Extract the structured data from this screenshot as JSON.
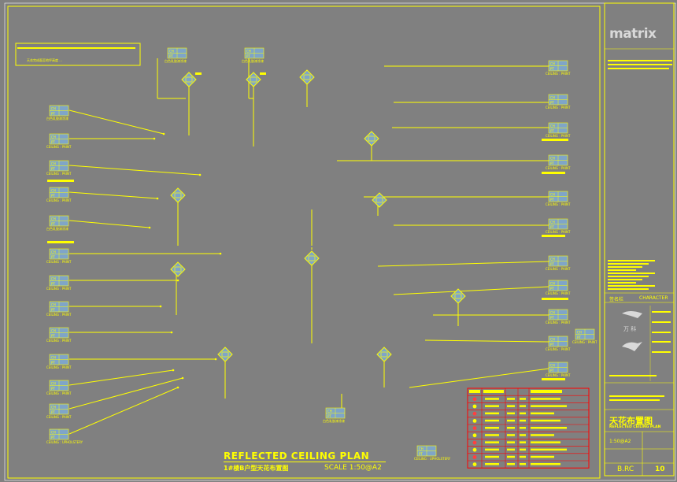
{
  "title": {
    "main": "REFLECTED CEILING PLAN",
    "sub": "1#楼B户型天花布置图",
    "scale": "SCALE 1:50@A2"
  },
  "sidebar": {
    "logo": "matrix",
    "signature": "CHARACTER",
    "signature_label": "签名栏",
    "sheet_title_cn": "天花布置图",
    "sheet_title_en": "REFLECTED CEILING PLAN",
    "drawing_no": "B.RC",
    "sheet_no": "10",
    "scale_value": "1:50@A2",
    "client_label": "万 科"
  },
  "notes": {
    "note_text": "天花完成面至地坪高度 ..."
  },
  "tags": {
    "ceiling_paint": "CEILING : PAINT",
    "ceiling_upholstery": "CEILING : UPHOLSTERY",
    "paint_cn": "白色乳胶漆涂漆",
    "pt_label": "PT",
    "ch_label": "CH"
  },
  "colors": {
    "background": "#808080",
    "linework": "#ffff00",
    "tag_fill": "#7fa5c8",
    "legend_red": "#ff0000",
    "border_white": "#ffffff"
  }
}
